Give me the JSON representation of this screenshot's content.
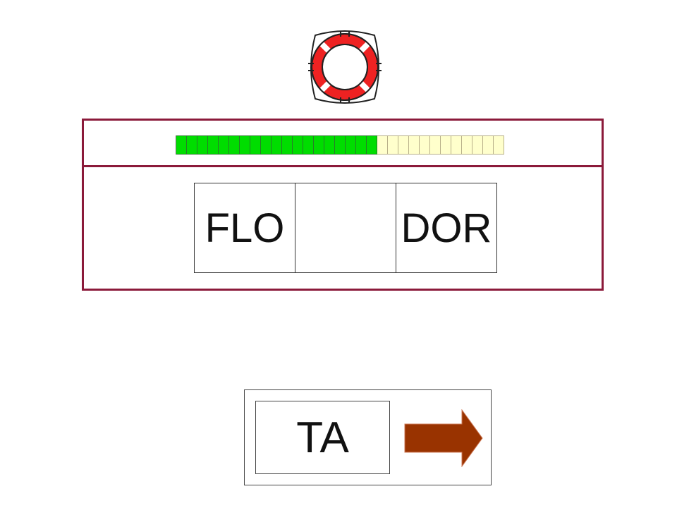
{
  "icons": {
    "lifebuoy": "lifebuoy-icon",
    "next": "right-arrow-icon"
  },
  "colors": {
    "panel_border": "#8b1a3a",
    "progress_filled": "#00dd00",
    "progress_empty": "#ffffcc",
    "lifebuoy_red": "#ee2222",
    "arrow": "#993300"
  },
  "progress": {
    "filled_segments": 19,
    "total_segments": 31
  },
  "word": {
    "syllables": [
      "FLO",
      "",
      "DOR"
    ]
  },
  "answer": {
    "option_text": "TA"
  }
}
